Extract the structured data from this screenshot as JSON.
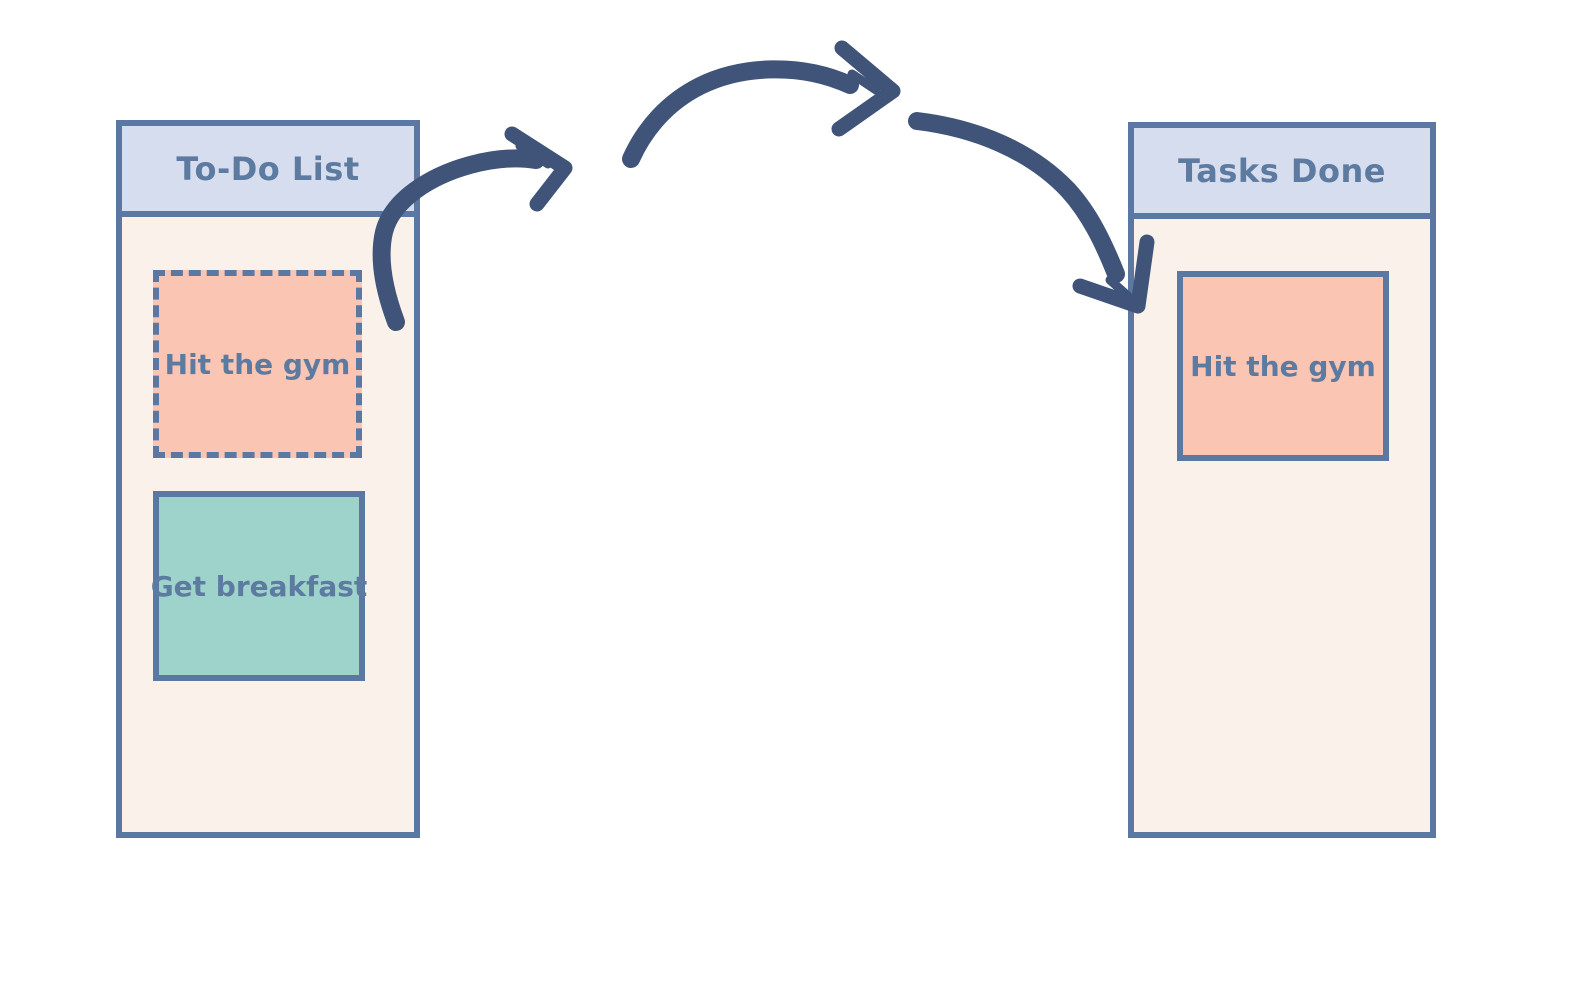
{
  "diagram": {
    "description_label": "drag-and-drop of a task card from to-do list to done list"
  },
  "panels": {
    "todo": {
      "title": "To-Do List",
      "cards": [
        {
          "label": "Hit the gym",
          "fill": "#fbc5b4",
          "border_style": "dashed"
        },
        {
          "label": "Get breakfast",
          "fill": "#9ed3cb",
          "border_style": "solid"
        }
      ]
    },
    "done": {
      "title": "Tasks Done",
      "cards": [
        {
          "label": "Hit the gym",
          "fill": "#fbc5b4",
          "border_style": "solid"
        }
      ]
    }
  },
  "icons": {
    "arrow_icon": "hand-drawn-curved-arrow"
  },
  "colors": {
    "canvas_bg": "#ffffff",
    "panel_border": "#5b78a2",
    "header_bg": "#d6ddef",
    "panel_bg": "#fbf1eb",
    "salmon": "#fbc5b4",
    "teal": "#9ed3cb",
    "text": "#5d7aa1",
    "arrow": "#3f5478"
  }
}
